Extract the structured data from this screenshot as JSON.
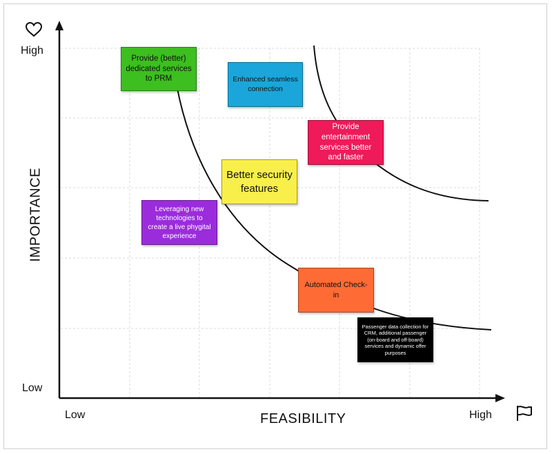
{
  "axes": {
    "y_title": "IMPORTANCE",
    "x_title": "FEASIBILITY",
    "y_high": "High",
    "y_low": "Low",
    "x_low": "Low",
    "x_high": "High",
    "y_icon": "heart-icon",
    "x_icon": "flag-icon"
  },
  "notes": [
    {
      "id": "prm",
      "text": "Provide (better) dedicated services to PRM",
      "color": "#3cbf1f",
      "text_color": "#111111"
    },
    {
      "id": "seamless",
      "text": "Enhanced seamless connection",
      "color": "#1aa6da",
      "text_color": "#111111"
    },
    {
      "id": "entertainment",
      "text": "Provide entertainment services better and faster",
      "color": "#ee1a5a",
      "text_color": "#ffffff"
    },
    {
      "id": "security",
      "text": "Better security features",
      "color": "#f8ef4a",
      "text_color": "#111111"
    },
    {
      "id": "phygital",
      "text": "Leveraging new technologies to create a live phygital experience",
      "color": "#9b2cdc",
      "text_color": "#ffffff"
    },
    {
      "id": "checkin",
      "text": "Automated Check-in",
      "color": "#ff6b35",
      "text_color": "#111111"
    },
    {
      "id": "crm",
      "text": "Passenger data collection for CRM, additional passenger (on-board and off-board) services and dynamic offer purposes",
      "color": "#000000",
      "text_color": "#ffffff"
    }
  ]
}
